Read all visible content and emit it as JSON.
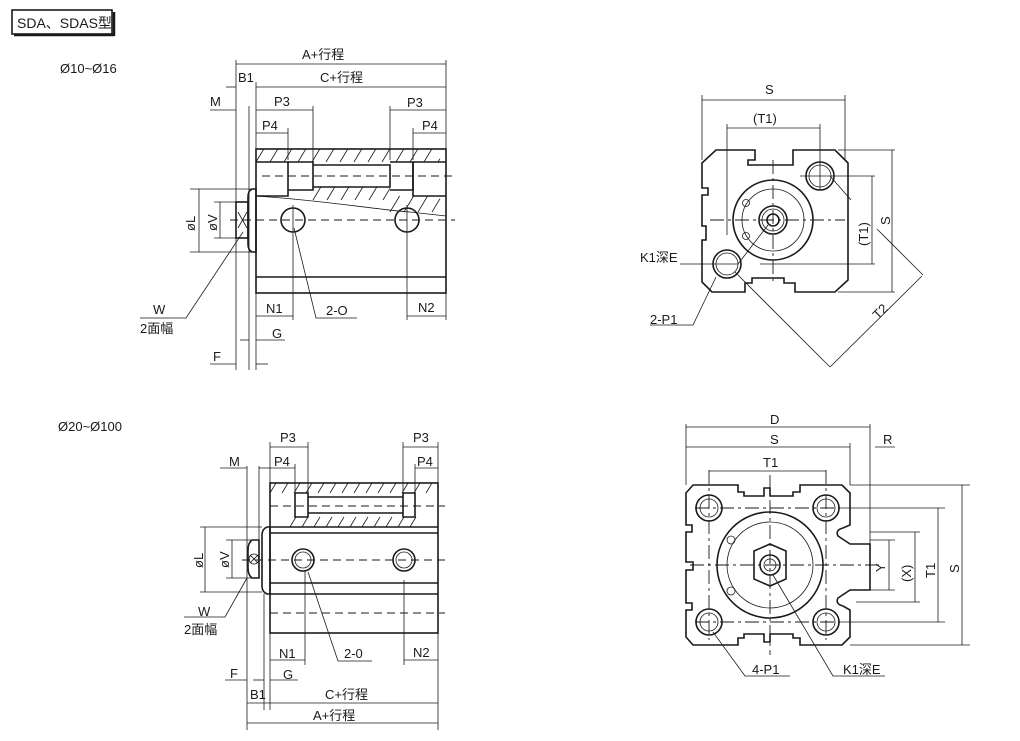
{
  "title": "SDA、SDAS型",
  "colors": {
    "line": "#1a1a1a",
    "background": "#ffffff"
  },
  "side_small": {
    "range_label": "Ø10~Ø16",
    "dims": {
      "A": "A+行程",
      "C": "C+行程",
      "B1": "B1",
      "M": "M",
      "P3_left": "P3",
      "P3_right": "P3",
      "P4_left": "P4",
      "P4_right": "P4",
      "phiL": "øL",
      "phiV": "øV",
      "N1": "N1",
      "N2": "N2",
      "ports": "2-O",
      "G": "G",
      "F": "F",
      "W": "W",
      "W_note": "2面幅"
    }
  },
  "side_large": {
    "range_label": "Ø20~Ø100",
    "dims": {
      "A": "A+行程",
      "C": "C+行程",
      "B1": "B1",
      "M": "M",
      "P3_left": "P3",
      "P3_right": "P3",
      "P4_left": "P4",
      "P4_right": "P4",
      "phiL": "øL",
      "phiV": "øV",
      "N1": "N1",
      "N2": "N2",
      "ports": "2-0",
      "G": "G",
      "F": "F",
      "W": "W",
      "W_note": "2面幅"
    }
  },
  "end_small": {
    "dims": {
      "S_top": "S",
      "T1_top": "(T1)",
      "S_right": "S",
      "T1_right": "(T1)",
      "T2": "T2",
      "K1": "K1深E",
      "P1": "2-P1"
    }
  },
  "end_large": {
    "dims": {
      "D": "D",
      "S_top": "S",
      "R": "R",
      "T1_top": "T1",
      "Y": "Y",
      "X": "(X)",
      "T1_right": "T1",
      "S_right": "S",
      "P1": "4-P1",
      "K1": "K1深E"
    }
  }
}
